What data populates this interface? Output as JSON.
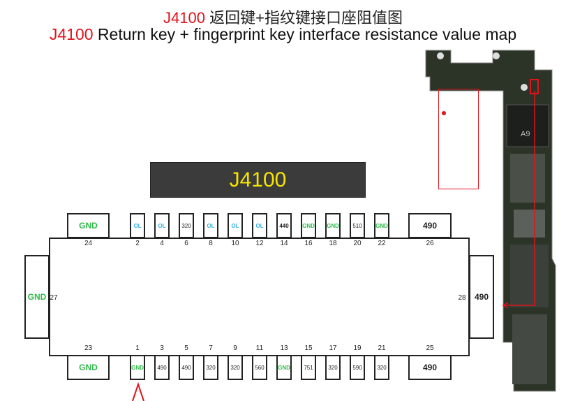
{
  "title_cn": {
    "code": "J4100",
    "text": " 返回键+指纹键接口座阻值图"
  },
  "title_en": {
    "code": "J4100",
    "text": " Return key + fingerprint key interface resistance value map"
  },
  "connector_label": "J4100",
  "chip_label": "A9",
  "top_pins": [
    {
      "pin": "24",
      "value": "GND"
    },
    {
      "pin": "2",
      "value": "OL"
    },
    {
      "pin": "4",
      "value": "OL"
    },
    {
      "pin": "6",
      "value": "320"
    },
    {
      "pin": "8",
      "value": "OL"
    },
    {
      "pin": "10",
      "value": "OL"
    },
    {
      "pin": "12",
      "value": "OL"
    },
    {
      "pin": "14",
      "value": "440"
    },
    {
      "pin": "16",
      "value": "GND"
    },
    {
      "pin": "18",
      "value": "GND"
    },
    {
      "pin": "20",
      "value": "510"
    },
    {
      "pin": "22",
      "value": "GND"
    },
    {
      "pin": "26",
      "value": "490"
    }
  ],
  "bottom_pins": [
    {
      "pin": "23",
      "value": "GND"
    },
    {
      "pin": "1",
      "value": "GND"
    },
    {
      "pin": "3",
      "value": "490"
    },
    {
      "pin": "5",
      "value": "490"
    },
    {
      "pin": "7",
      "value": "320"
    },
    {
      "pin": "9",
      "value": "320"
    },
    {
      "pin": "11",
      "value": "560"
    },
    {
      "pin": "13",
      "value": "GND"
    },
    {
      "pin": "15",
      "value": "751"
    },
    {
      "pin": "17",
      "value": "320"
    },
    {
      "pin": "19",
      "value": "590"
    },
    {
      "pin": "21",
      "value": "320"
    },
    {
      "pin": "25",
      "value": "490"
    }
  ],
  "left_pin": {
    "pin": "27",
    "value": "GND"
  },
  "right_pin": {
    "pin": "28",
    "value": "490"
  },
  "colors": {
    "red": "#e0141c",
    "gnd": "#2fb84a",
    "ol": "#3ab0e2",
    "header_text": "#f5e400"
  }
}
